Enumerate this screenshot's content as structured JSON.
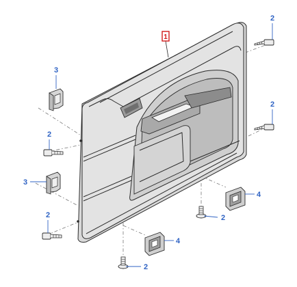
{
  "diagram": {
    "main_part": {
      "callout": "1",
      "highlight_color": "#d11a1a"
    },
    "callout_color": "#2f63c4",
    "callouts": {
      "screw_top_right": "2",
      "screw_mid_right": "2",
      "screw_left_upper": "2",
      "screw_left_lower": "2",
      "screw_bottom_right": "2",
      "screw_bottom_center": "2",
      "clip_top_left": "3",
      "clip_mid_left": "3",
      "bracket_right": "4",
      "bracket_bottom": "4"
    }
  }
}
